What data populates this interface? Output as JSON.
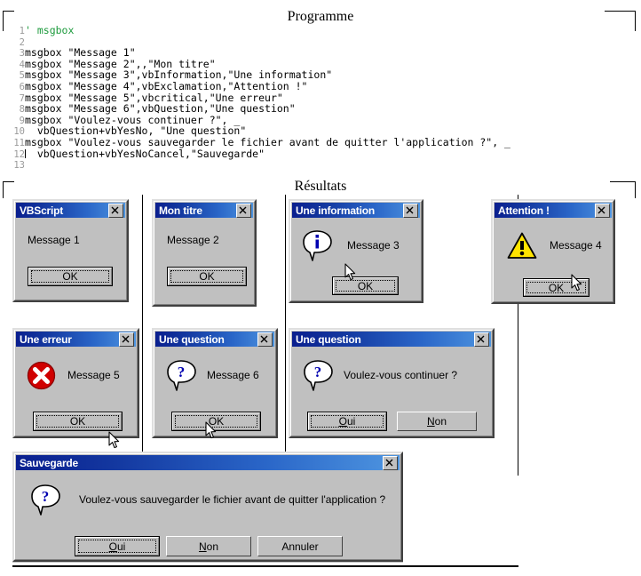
{
  "headings": {
    "programme": "Programme",
    "resultats": "Résultats"
  },
  "code": {
    "lines": [
      {
        "n": "1",
        "text": "' msgbox",
        "comment": true
      },
      {
        "n": "2",
        "text": "",
        "comment": false
      },
      {
        "n": "3",
        "text": "msgbox \"Message 1\"",
        "comment": false
      },
      {
        "n": "4",
        "text": "msgbox \"Message 2\",,\"Mon titre\"",
        "comment": false
      },
      {
        "n": "5",
        "text": "msgbox \"Message 3\",vbInformation,\"Une information\"",
        "comment": false
      },
      {
        "n": "6",
        "text": "msgbox \"Message 4\",vbExclamation,\"Attention !\"",
        "comment": false
      },
      {
        "n": "7",
        "text": "msgbox \"Message 5\",vbcritical,\"Une erreur\"",
        "comment": false
      },
      {
        "n": "8",
        "text": "msgbox \"Message 6\",vbQuestion,\"Une question\"",
        "comment": false
      },
      {
        "n": "9",
        "text": "msgbox \"Voulez-vous continuer ?\", _",
        "comment": false
      },
      {
        "n": "10",
        "text": "  vbQuestion+vbYesNo, \"Une question\"",
        "comment": false
      },
      {
        "n": "11",
        "text": "msgbox \"Voulez-vous sauvegarder le fichier avant de quitter l'application ?\", _",
        "comment": false
      },
      {
        "n": "12",
        "text": "  vbQuestion+vbYesNoCancel,\"Sauvegarde\"",
        "comment": false,
        "caret": true
      },
      {
        "n": "13",
        "text": "",
        "comment": false
      }
    ],
    "colors": {
      "comment": "#1c9a3c",
      "code": "#000000",
      "linenum": "#9a9a9a"
    }
  },
  "dialogs": [
    {
      "id": "vbscript",
      "title": "VBScript",
      "message": "Message 1",
      "icon": "none",
      "buttons": [
        {
          "label": "OK",
          "accel": "",
          "default": true
        }
      ]
    },
    {
      "id": "mon-titre",
      "title": "Mon titre",
      "message": "Message 2",
      "icon": "none",
      "buttons": [
        {
          "label": "OK",
          "accel": "",
          "default": true
        }
      ]
    },
    {
      "id": "une-information",
      "title": "Une information",
      "message": "Message 3",
      "icon": "information-icon",
      "buttons": [
        {
          "label": "OK",
          "accel": "",
          "default": true
        }
      ]
    },
    {
      "id": "attention",
      "title": "Attention !",
      "message": "Message 4",
      "icon": "warning-icon",
      "buttons": [
        {
          "label": "OK",
          "accel": "",
          "default": true
        }
      ]
    },
    {
      "id": "une-erreur",
      "title": "Une erreur",
      "message": "Message 5",
      "icon": "error-icon",
      "buttons": [
        {
          "label": "OK",
          "accel": "",
          "default": true
        }
      ]
    },
    {
      "id": "une-question-6",
      "title": "Une question",
      "message": "Message 6",
      "icon": "question-icon",
      "buttons": [
        {
          "label": "OK",
          "accel": "",
          "default": true
        }
      ]
    },
    {
      "id": "une-question-continuer",
      "title": "Une question",
      "message": "Voulez-vous continuer ?",
      "icon": "question-icon",
      "buttons": [
        {
          "label": "Oui",
          "accel": "O",
          "default": true
        },
        {
          "label": "Non",
          "accel": "N",
          "default": false
        }
      ]
    },
    {
      "id": "sauvegarde",
      "title": "Sauvegarde",
      "message": "Voulez-vous sauvegarder le fichier avant de quitter l'application ?",
      "icon": "question-icon",
      "buttons": [
        {
          "label": "Oui",
          "accel": "O",
          "default": true
        },
        {
          "label": "Non",
          "accel": "N",
          "default": false
        },
        {
          "label": "Annuler",
          "accel": "",
          "default": false
        }
      ]
    }
  ],
  "close_button_glyph": "close-icon",
  "colors": {
    "titlebar_start": "#0a1f8f",
    "titlebar_end": "#4e95e0",
    "dialog_face": "#c0c0c0",
    "error_red": "#d00000",
    "warning_yellow": "#ffe400",
    "icon_blue": "#0000b0",
    "page_background": "#ffffff"
  }
}
